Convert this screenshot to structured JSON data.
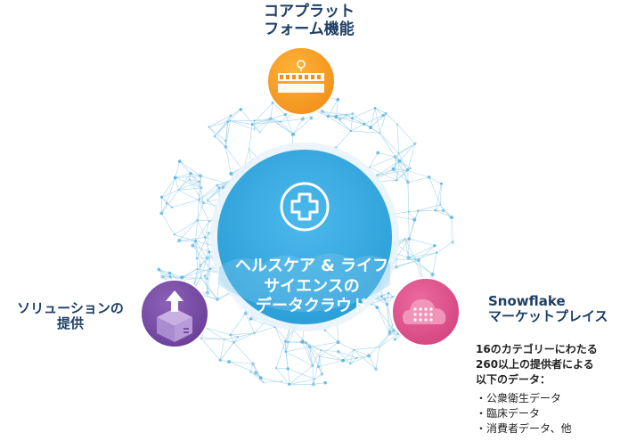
{
  "hub": {
    "lines": [
      "ヘルスケア & ライフ",
      "サイエンスの",
      "データクラウド"
    ],
    "colors": {
      "circle": "#39ace4",
      "ring": "#e8f3fa",
      "network": "#5eb4de"
    },
    "icon": "medical-cross-icon"
  },
  "core_platform": {
    "lines": [
      "コアプラット",
      "フォーム機能"
    ],
    "color": "#f7a21b",
    "icon": "keyboard-icon"
  },
  "solutions": {
    "lines": [
      "ソリューションの",
      "提供"
    ],
    "color": "#7a4fa3",
    "icon": "package-icon"
  },
  "marketplace": {
    "lines": [
      "Snowflake",
      "マーケットプレイス"
    ],
    "color": "#e0538d",
    "icon": "cloud-data-icon",
    "description": [
      "16のカテゴリーにわたる",
      "260以上の提供者による",
      "以下のデータ："
    ],
    "items": [
      "・公衆衛生データ",
      "・臨床データ",
      "・消費者データ、他"
    ]
  },
  "colors": {
    "label_text": "#1f3f66",
    "body_text": "#222222"
  }
}
